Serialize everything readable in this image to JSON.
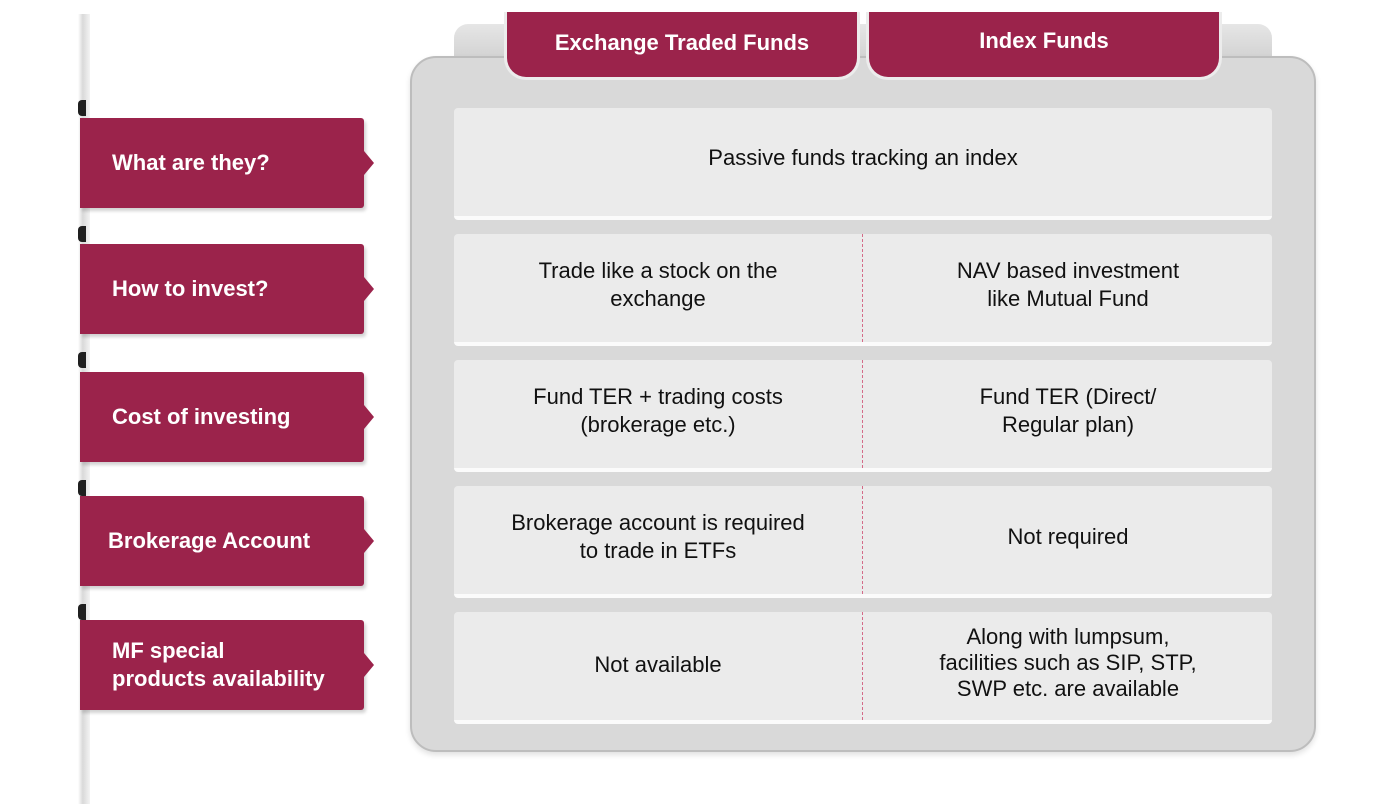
{
  "headers": {
    "etf": "Exchange Traded Funds",
    "index": "Index Funds"
  },
  "rows": [
    {
      "label": "What are they?",
      "shared": "Passive funds tracking an index"
    },
    {
      "label": "How to invest?",
      "etf": "Trade like a stock on the\nexchange",
      "index": "NAV based investment\n like Mutual Fund"
    },
    {
      "label": "Cost of investing",
      "etf": "Fund TER + trading costs\n(brokerage etc.)",
      "index": "Fund TER (Direct/\nRegular plan)"
    },
    {
      "label": "Brokerage Account",
      "etf": "Brokerage account is required\nto trade in ETFs",
      "index": "Not required"
    },
    {
      "label": "MF special\nproducts availability",
      "etf": "Not available",
      "index": "Along with lumpsum,\nfacilities such as SIP, STP,\nSWP etc. are available"
    }
  ],
  "colors": {
    "accent": "#9b234b",
    "panel": "#d9d9d9",
    "cell": "#ebebeb",
    "divider": "#d46b88"
  }
}
